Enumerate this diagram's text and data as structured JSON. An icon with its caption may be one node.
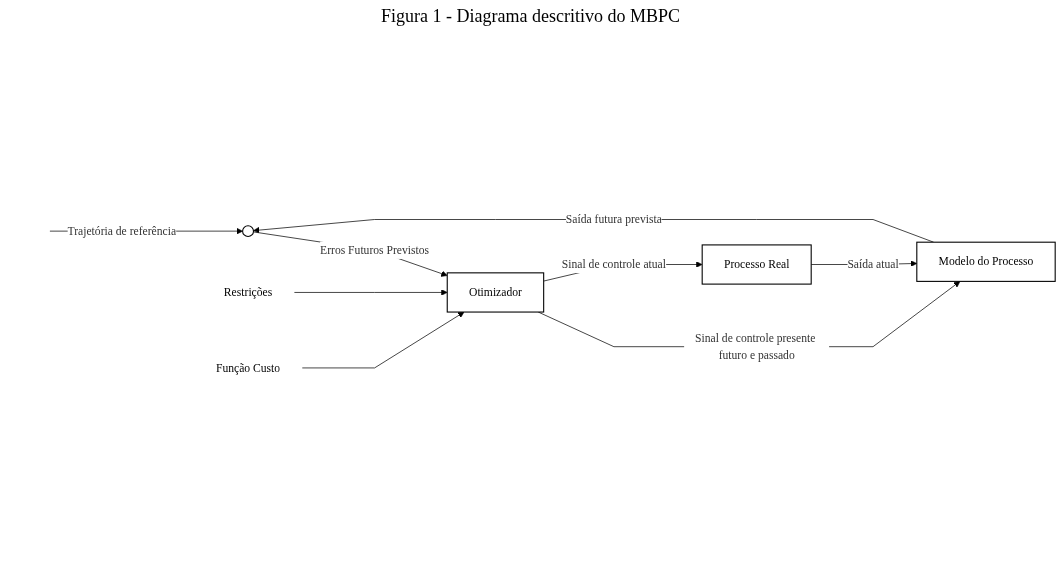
{
  "diagram": {
    "title": "Figura 1 - Diagrama descritivo do MBPC",
    "nodes": [
      {
        "text": [],
        "shape": "circle"
      },
      {
        "text": [
          "Otimizador"
        ]
      },
      {
        "text": [
          "Modelo do Processo"
        ]
      },
      {
        "text": [
          "Processo Real"
        ]
      },
      {
        "text": [
          "Restrições"
        ]
      },
      {
        "text": [
          "Função Custo"
        ]
      }
    ],
    "edges": [
      {
        "from": null,
        "to": 0,
        "arrow": "to",
        "label": "Trajetória de referência"
      },
      {
        "from": 0,
        "to": 1,
        "arrow": "to",
        "label": "Erros Futuros Previstos"
      },
      {
        "from": 4,
        "to": 1,
        "arrow": "to"
      },
      {
        "from": 5,
        "to": 1,
        "arrow": "to"
      },
      {
        "from": 1,
        "to": 2,
        "arrow": "to",
        "label": "Sinal de controle presente futuro e passado"
      },
      {
        "from": 1,
        "to": 3,
        "arrow": "to",
        "label": "Sinal de controle atual"
      },
      {
        "from": 3,
        "to": 2,
        "arrow": "to",
        "label": "Saída atual"
      },
      {
        "from": 2,
        "to": 0,
        "arrow": "to",
        "label": "Saída futura prevista"
      }
    ]
  }
}
